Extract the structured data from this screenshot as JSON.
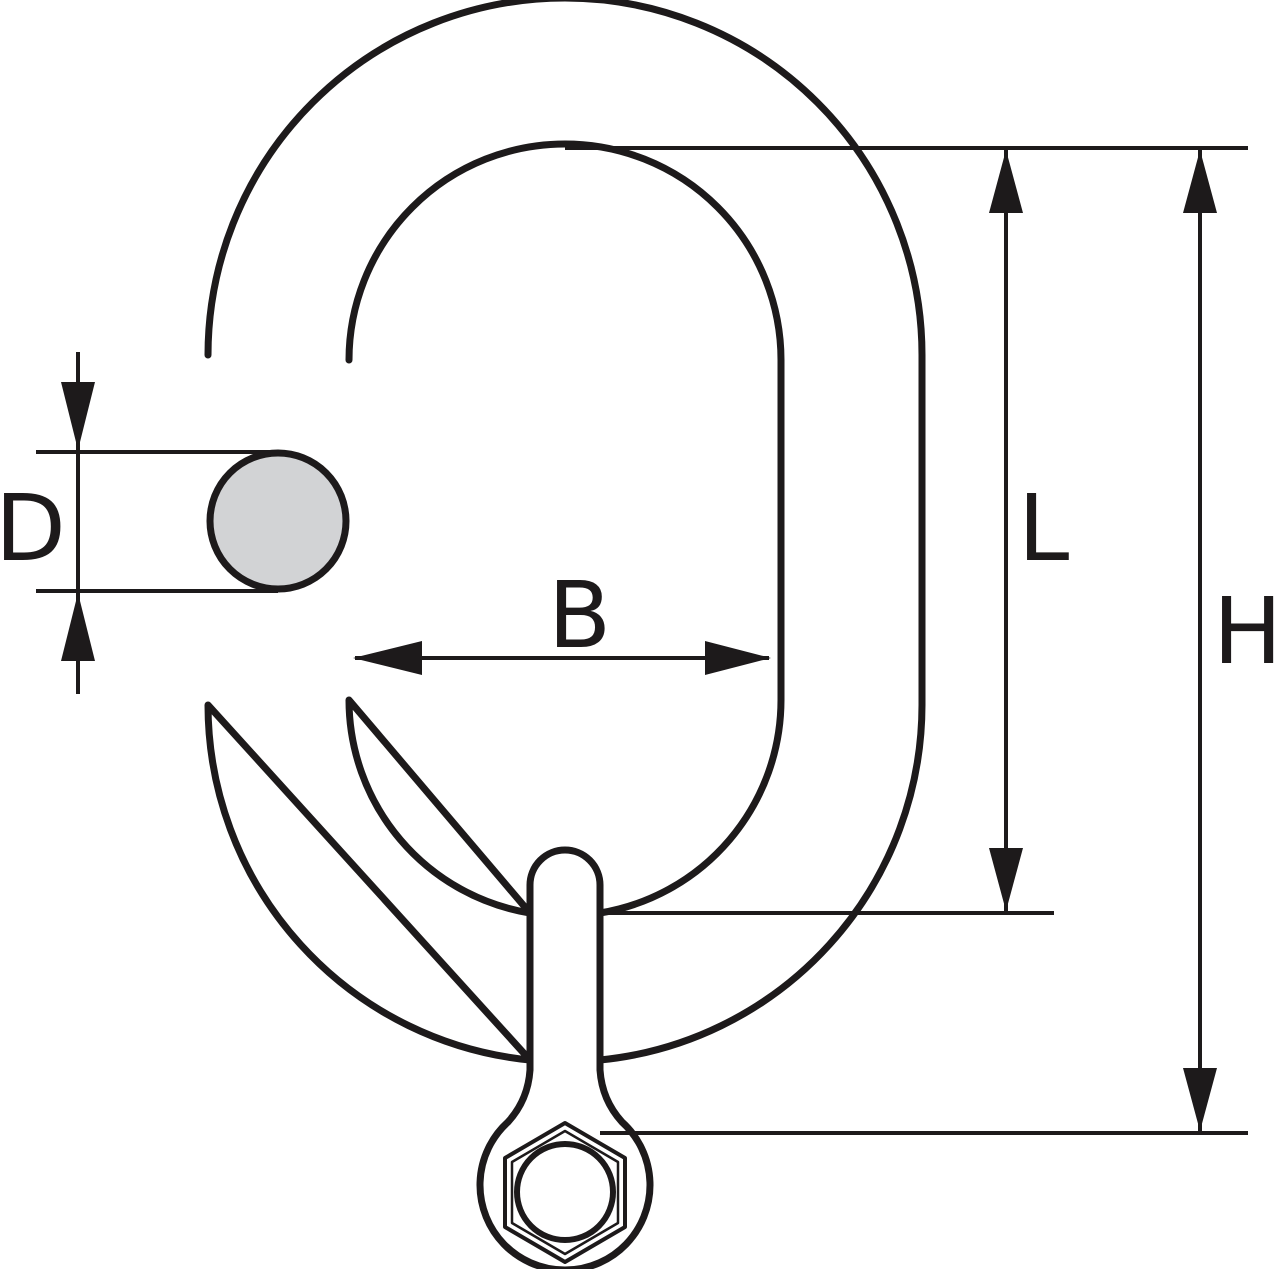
{
  "diagram": {
    "colors": {
      "stroke": "#1d1a1b",
      "section_fill": "#d2d3d5",
      "background": "#ffffff"
    },
    "labels": {
      "d": "D",
      "b": "B",
      "l": "L",
      "h": "H"
    }
  }
}
